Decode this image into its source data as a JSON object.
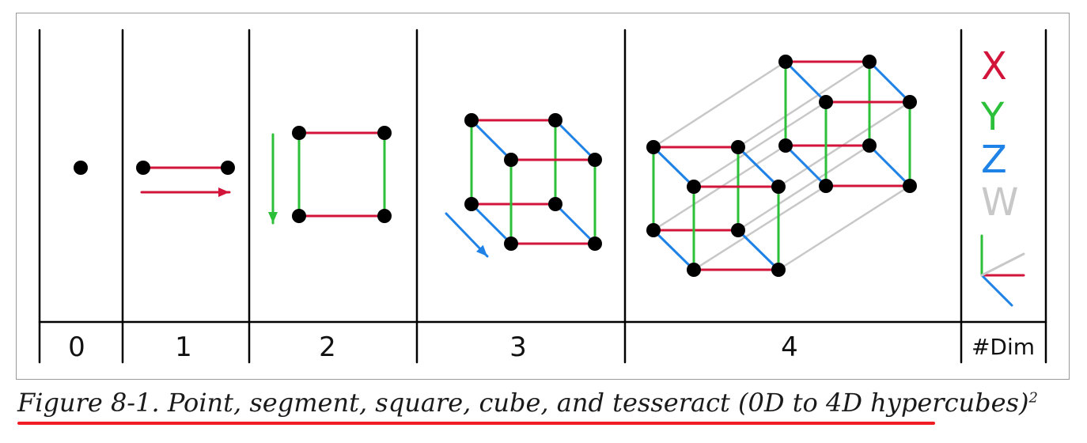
{
  "dimensions": [
    {
      "key": "d0",
      "label": "0"
    },
    {
      "key": "d1",
      "label": "1"
    },
    {
      "key": "d2",
      "label": "2"
    },
    {
      "key": "d3",
      "label": "3"
    },
    {
      "key": "d4",
      "label": "4"
    },
    {
      "key": "legend",
      "label": "#Dim"
    }
  ],
  "legend": {
    "x": {
      "letter": "X",
      "color": "#d2143a"
    },
    "y": {
      "letter": "Y",
      "color": "#2cc03a"
    },
    "z": {
      "letter": "Z",
      "color": "#1e82e6"
    },
    "w": {
      "letter": "W",
      "color": "#c8c8c8"
    }
  },
  "caption": {
    "text": "Figure 8-1. Point, segment, square, cube, and tesseract (0D to 4D hypercubes)",
    "footnote": "2"
  },
  "colors": {
    "vertex": "#000000",
    "grid_line": "#000000",
    "caption_underline": "#ef1c24"
  }
}
